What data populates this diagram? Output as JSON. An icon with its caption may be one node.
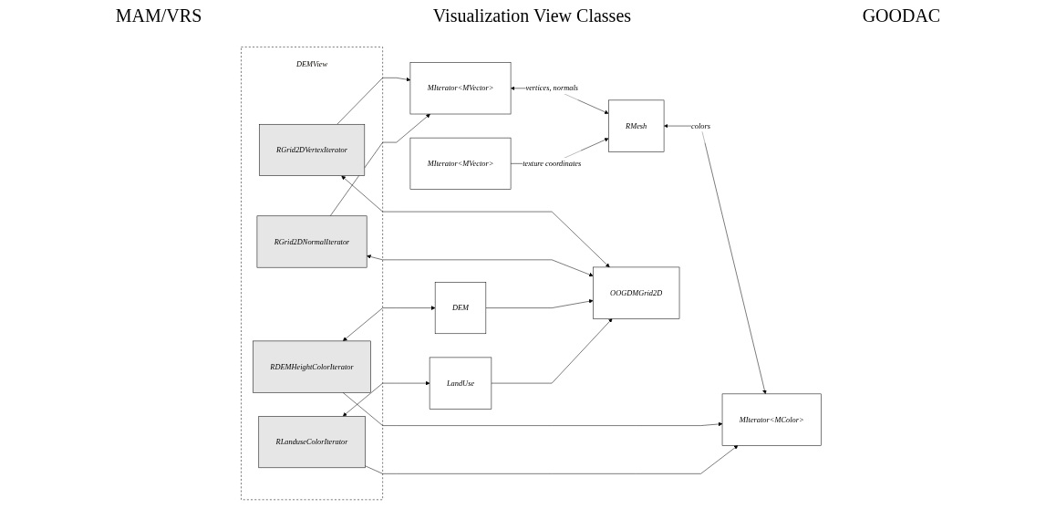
{
  "diagram": {
    "nodes": [
      {
        "text": [
          "MIterator<MVector>"
        ]
      },
      {
        "text": [
          "RMesh"
        ]
      },
      {
        "text": [
          "MIterator<MColor>"
        ]
      },
      {
        "text": [
          "MIterator<MVector>"
        ]
      },
      {
        "text": [
          "DEMView"
        ]
      },
      {
        "text": [
          "RGrid2DVertexIterator"
        ],
        "in": 4
      },
      {
        "text": [
          "RGrid2DNormalIterator"
        ],
        "in": 4
      },
      {
        "text": [
          "RDEMHeightColorIterator"
        ],
        "in": 4
      },
      {
        "text": [
          "RLanduseColorIterator"
        ],
        "in": 4
      },
      {
        "text": [
          "OOGDMGrid2D"
        ]
      },
      {
        "text": [
          "DEM"
        ]
      },
      {
        "text": [
          "LandUse"
        ]
      }
    ],
    "edges": [
      {
        "from": 0,
        "to": 1,
        "arrow": "both",
        "label": "vertices, normals"
      },
      {
        "from": 1,
        "to": 2,
        "arrow": "both",
        "label": "colors"
      },
      {
        "from": 3,
        "to": 1,
        "arrow": "to",
        "label": "texture coordinates"
      },
      {
        "from": 5,
        "to": 0,
        "arrow": "to"
      },
      {
        "from": 6,
        "to": 0,
        "arrow": "to"
      },
      {
        "from": 7,
        "to": 2,
        "arrow": "to"
      },
      {
        "from": 8,
        "to": 2,
        "arrow": "to"
      },
      {
        "from": 5,
        "to": 9,
        "arrow": "both"
      },
      {
        "from": 6,
        "to": 9,
        "arrow": "both"
      },
      {
        "from": 10,
        "to": 9,
        "arrow": "to"
      },
      {
        "from": 11,
        "to": 9,
        "arrow": "to"
      },
      {
        "from": 7,
        "to": 10,
        "arrow": "both"
      },
      {
        "from": 8,
        "to": 11,
        "arrow": "both"
      }
    ],
    "labels": [
      "MAM/VRS",
      "Visualization View Classes",
      "GOODAC"
    ]
  }
}
